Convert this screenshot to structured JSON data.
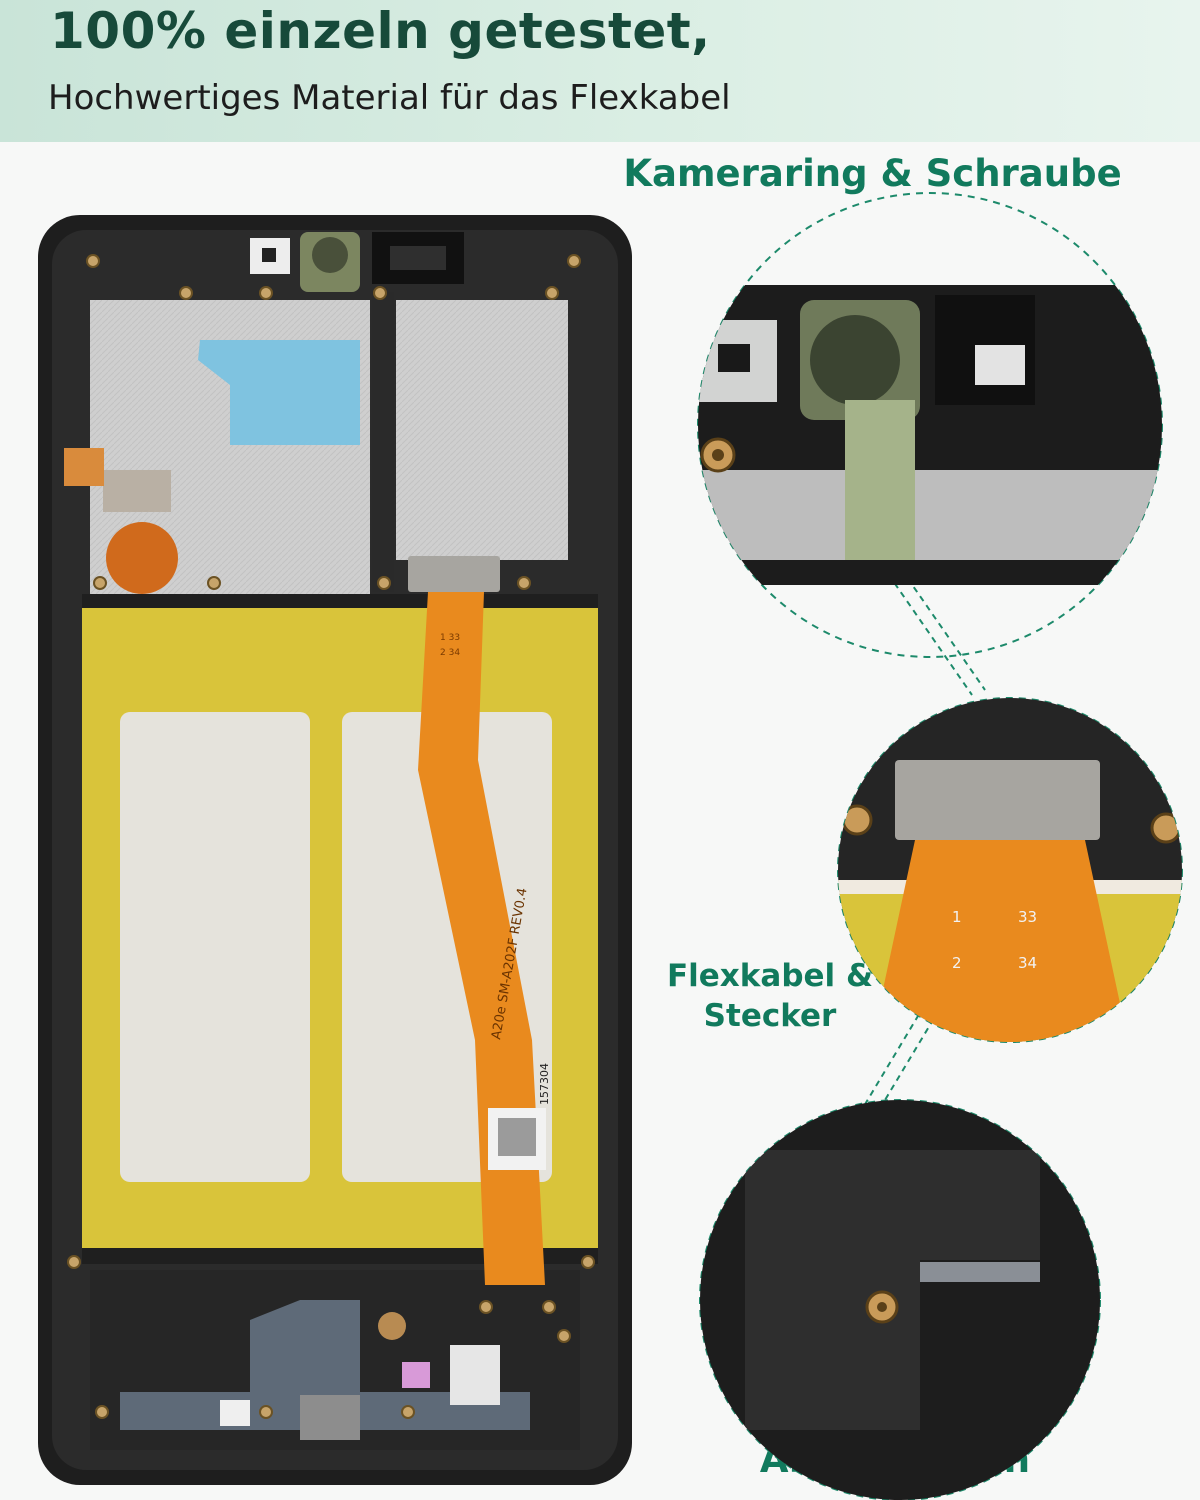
{
  "header": {
    "title": "100% einzeln getestet,",
    "subtitle": "Hochwertiges Material für das Flexkabel"
  },
  "callouts": {
    "camera": "Kameraring & Schraube",
    "flex_line1": "Flexkabel &",
    "flex_line2": "Stecker",
    "arc": "ARC-Rahmen"
  },
  "product": {
    "flex_text_top": "1   33",
    "flex_text_bottom": "2   34",
    "model_marking": "A20e SM-A202F REV0.4",
    "serial": "157304",
    "zoom_pins": [
      "1",
      "33",
      "2",
      "34"
    ]
  },
  "colors": {
    "accent": "#117a5d",
    "header_bg": "#cfe8dc",
    "frame": "#1f1f1f",
    "flex": "#e98a1e",
    "battery": "#d9c43a"
  }
}
